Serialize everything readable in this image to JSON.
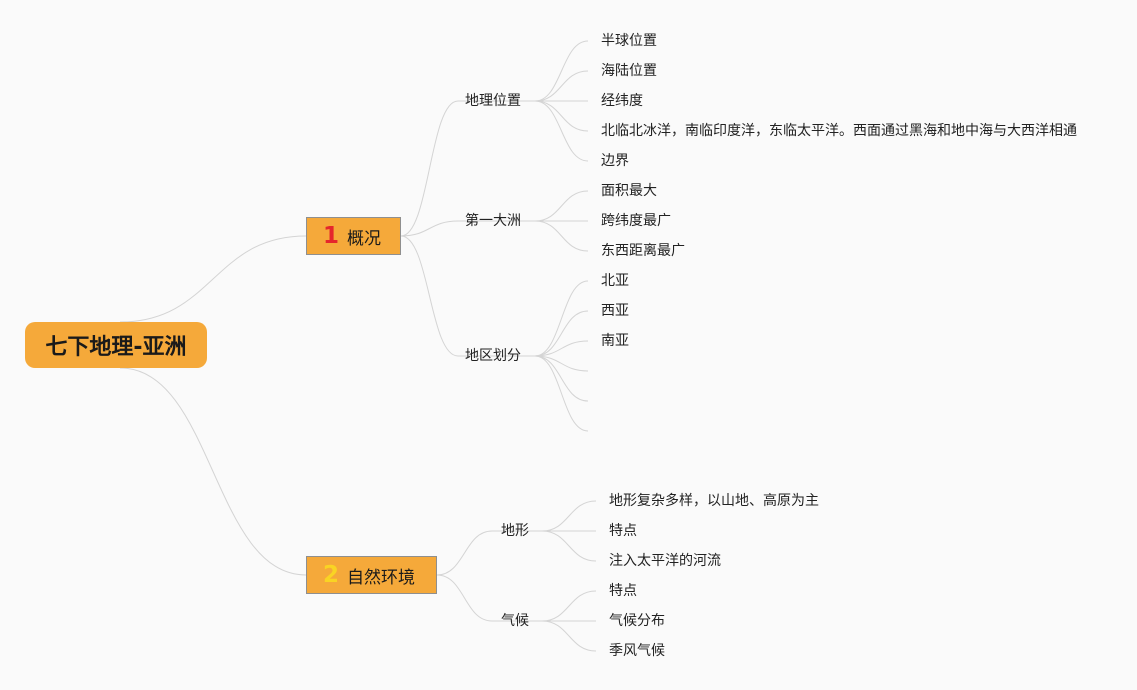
{
  "root": {
    "title": "七下地理-亚洲"
  },
  "branches": [
    {
      "number": "1",
      "number_color": "#e5262c",
      "label": "概况",
      "topics": [
        {
          "label": "地理位置",
          "items": [
            "半球位置",
            "海陆位置",
            "经纬度",
            "北临北冰洋，南临印度洋，东临太平洋。西面通过黑海和地中海与大西洋相通",
            "边界"
          ]
        },
        {
          "label": "第一大洲",
          "items": [
            "面积最大",
            "跨纬度最广",
            "东西距离最广"
          ]
        },
        {
          "label": "地区划分",
          "items": [
            "北亚",
            "西亚",
            "南亚",
            "",
            "",
            ""
          ]
        }
      ]
    },
    {
      "number": "2",
      "number_color": "#f9d423",
      "label": "自然环境",
      "topics": [
        {
          "label": "地形",
          "items": [
            "地形复杂多样，以山地、高原为主",
            "特点",
            "注入太平洋的河流"
          ]
        },
        {
          "label": "气候",
          "items": [
            "特点",
            "气候分布",
            "季风气候"
          ]
        }
      ]
    }
  ],
  "colors": {
    "node_fill": "#f5a93a",
    "line": "#d4d4d4",
    "background": "#fafafa"
  }
}
